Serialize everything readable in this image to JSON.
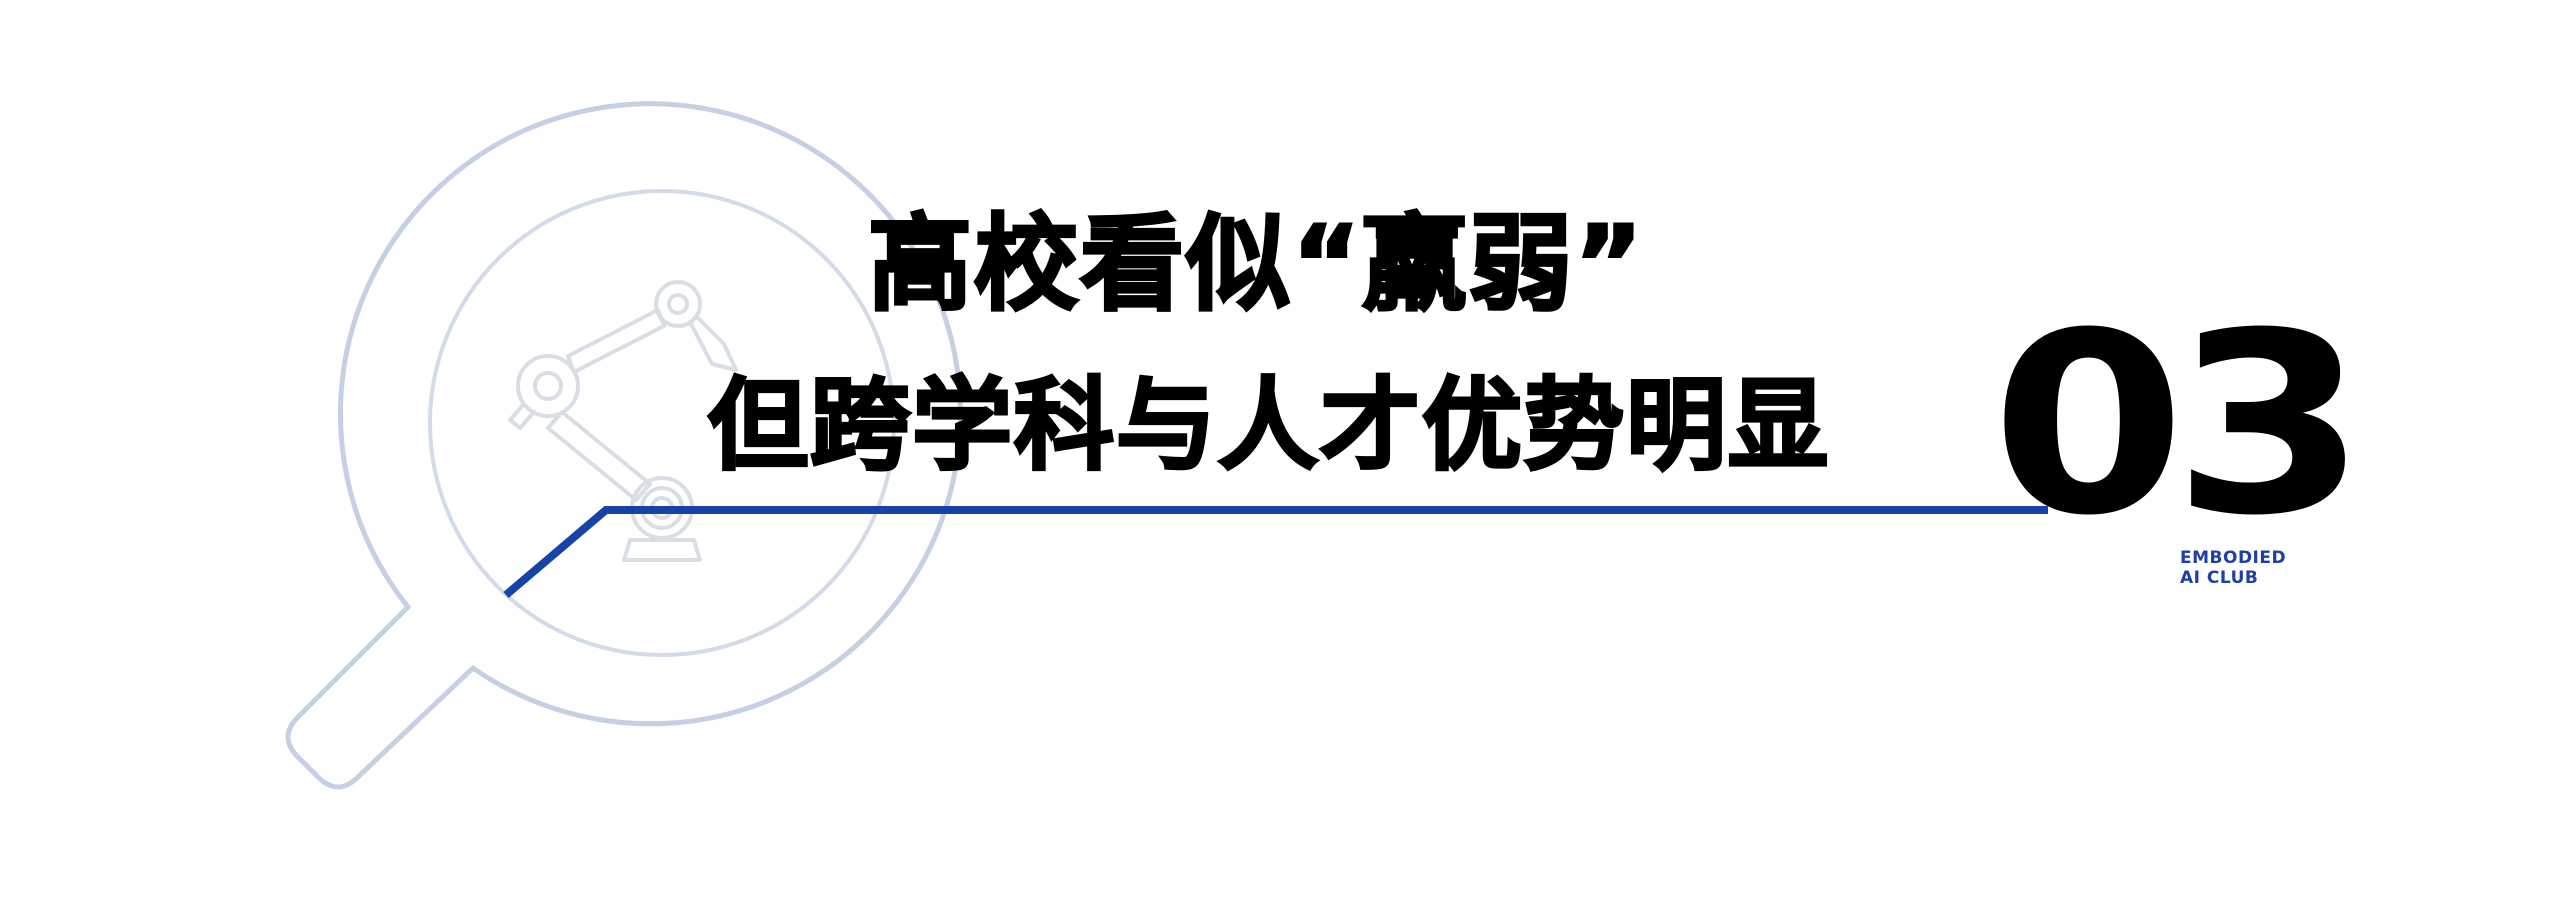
{
  "title": {
    "line1": "高校看似“羸弱”",
    "line2": "但跨学科与人才优势明显"
  },
  "section": {
    "number": "03"
  },
  "brand": {
    "line1": "EMBODIED",
    "line2": "AI CLUB"
  },
  "colors": {
    "accent": "#1742a8",
    "magnifier_outline": "#c5d0e4",
    "robot_outline": "#d9dde6",
    "text": "#000000"
  },
  "icons": {
    "background": "magnifier-icon",
    "inner": "robot-arm-icon"
  }
}
